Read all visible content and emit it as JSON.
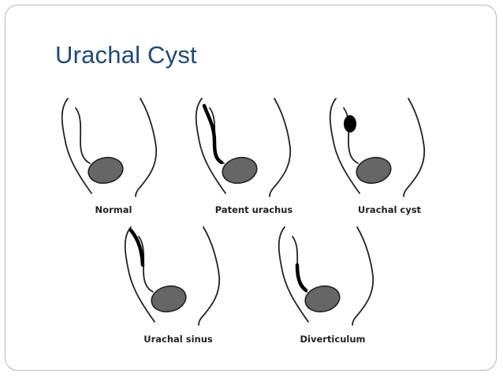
{
  "title": "Urachal Cyst",
  "panels": [
    {
      "label": "Normal",
      "variant": "none"
    },
    {
      "label": "Patent urachus",
      "variant": "patent-full"
    },
    {
      "label": "Urachal cyst",
      "variant": "cyst"
    },
    {
      "label": "Urachal sinus",
      "variant": "sinus-upper"
    },
    {
      "label": "Diverticulum",
      "variant": "diverticulum-lower"
    }
  ],
  "colors": {
    "title": "#1f497d",
    "bladder_fill": "#666666",
    "outline": "#222222",
    "urachus_highlight": "#000000"
  }
}
